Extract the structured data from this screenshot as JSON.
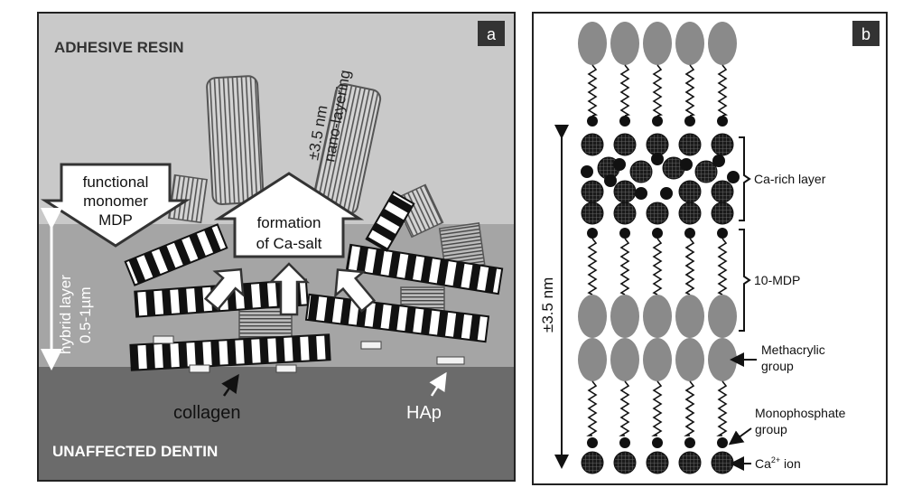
{
  "panel_a": {
    "badge": "a",
    "adhesive_resin": "ADHESIVE RESIN",
    "unaffected_dentin": "UNAFFECTED DENTIN",
    "nano_line1": "±3.5 nm",
    "nano_line2": "nano-layering",
    "functional_line1": "functional",
    "functional_line2": "monomer",
    "functional_line3": "MDP",
    "formation_line1": "formation",
    "formation_line2": "of Ca-salt",
    "hybrid_line1": "hybrid layer",
    "hybrid_line2": "0.5-1µm",
    "collagen": "collagen",
    "hap": "HAp"
  },
  "panel_b": {
    "badge": "b",
    "scale_label": "±3.5 nm",
    "ca_rich_layer": "Ca-rich layer",
    "mdp": "10-MDP",
    "methacrylic_1": "Methacrylic",
    "methacrylic_2": "group",
    "monophosphate_1": "Monophosphate",
    "monophosphate_2": "group",
    "ca_ion_prefix": "Ca",
    "ca_ion_sup": "2+",
    "ca_ion_suffix": " ion"
  },
  "colors": {
    "resin": "#c9c9c9",
    "hybrid": "#a5a5a5",
    "dentin": "#6b6b6b",
    "ellipse": "#8a8a8a",
    "ion": "#1a1a1a"
  }
}
